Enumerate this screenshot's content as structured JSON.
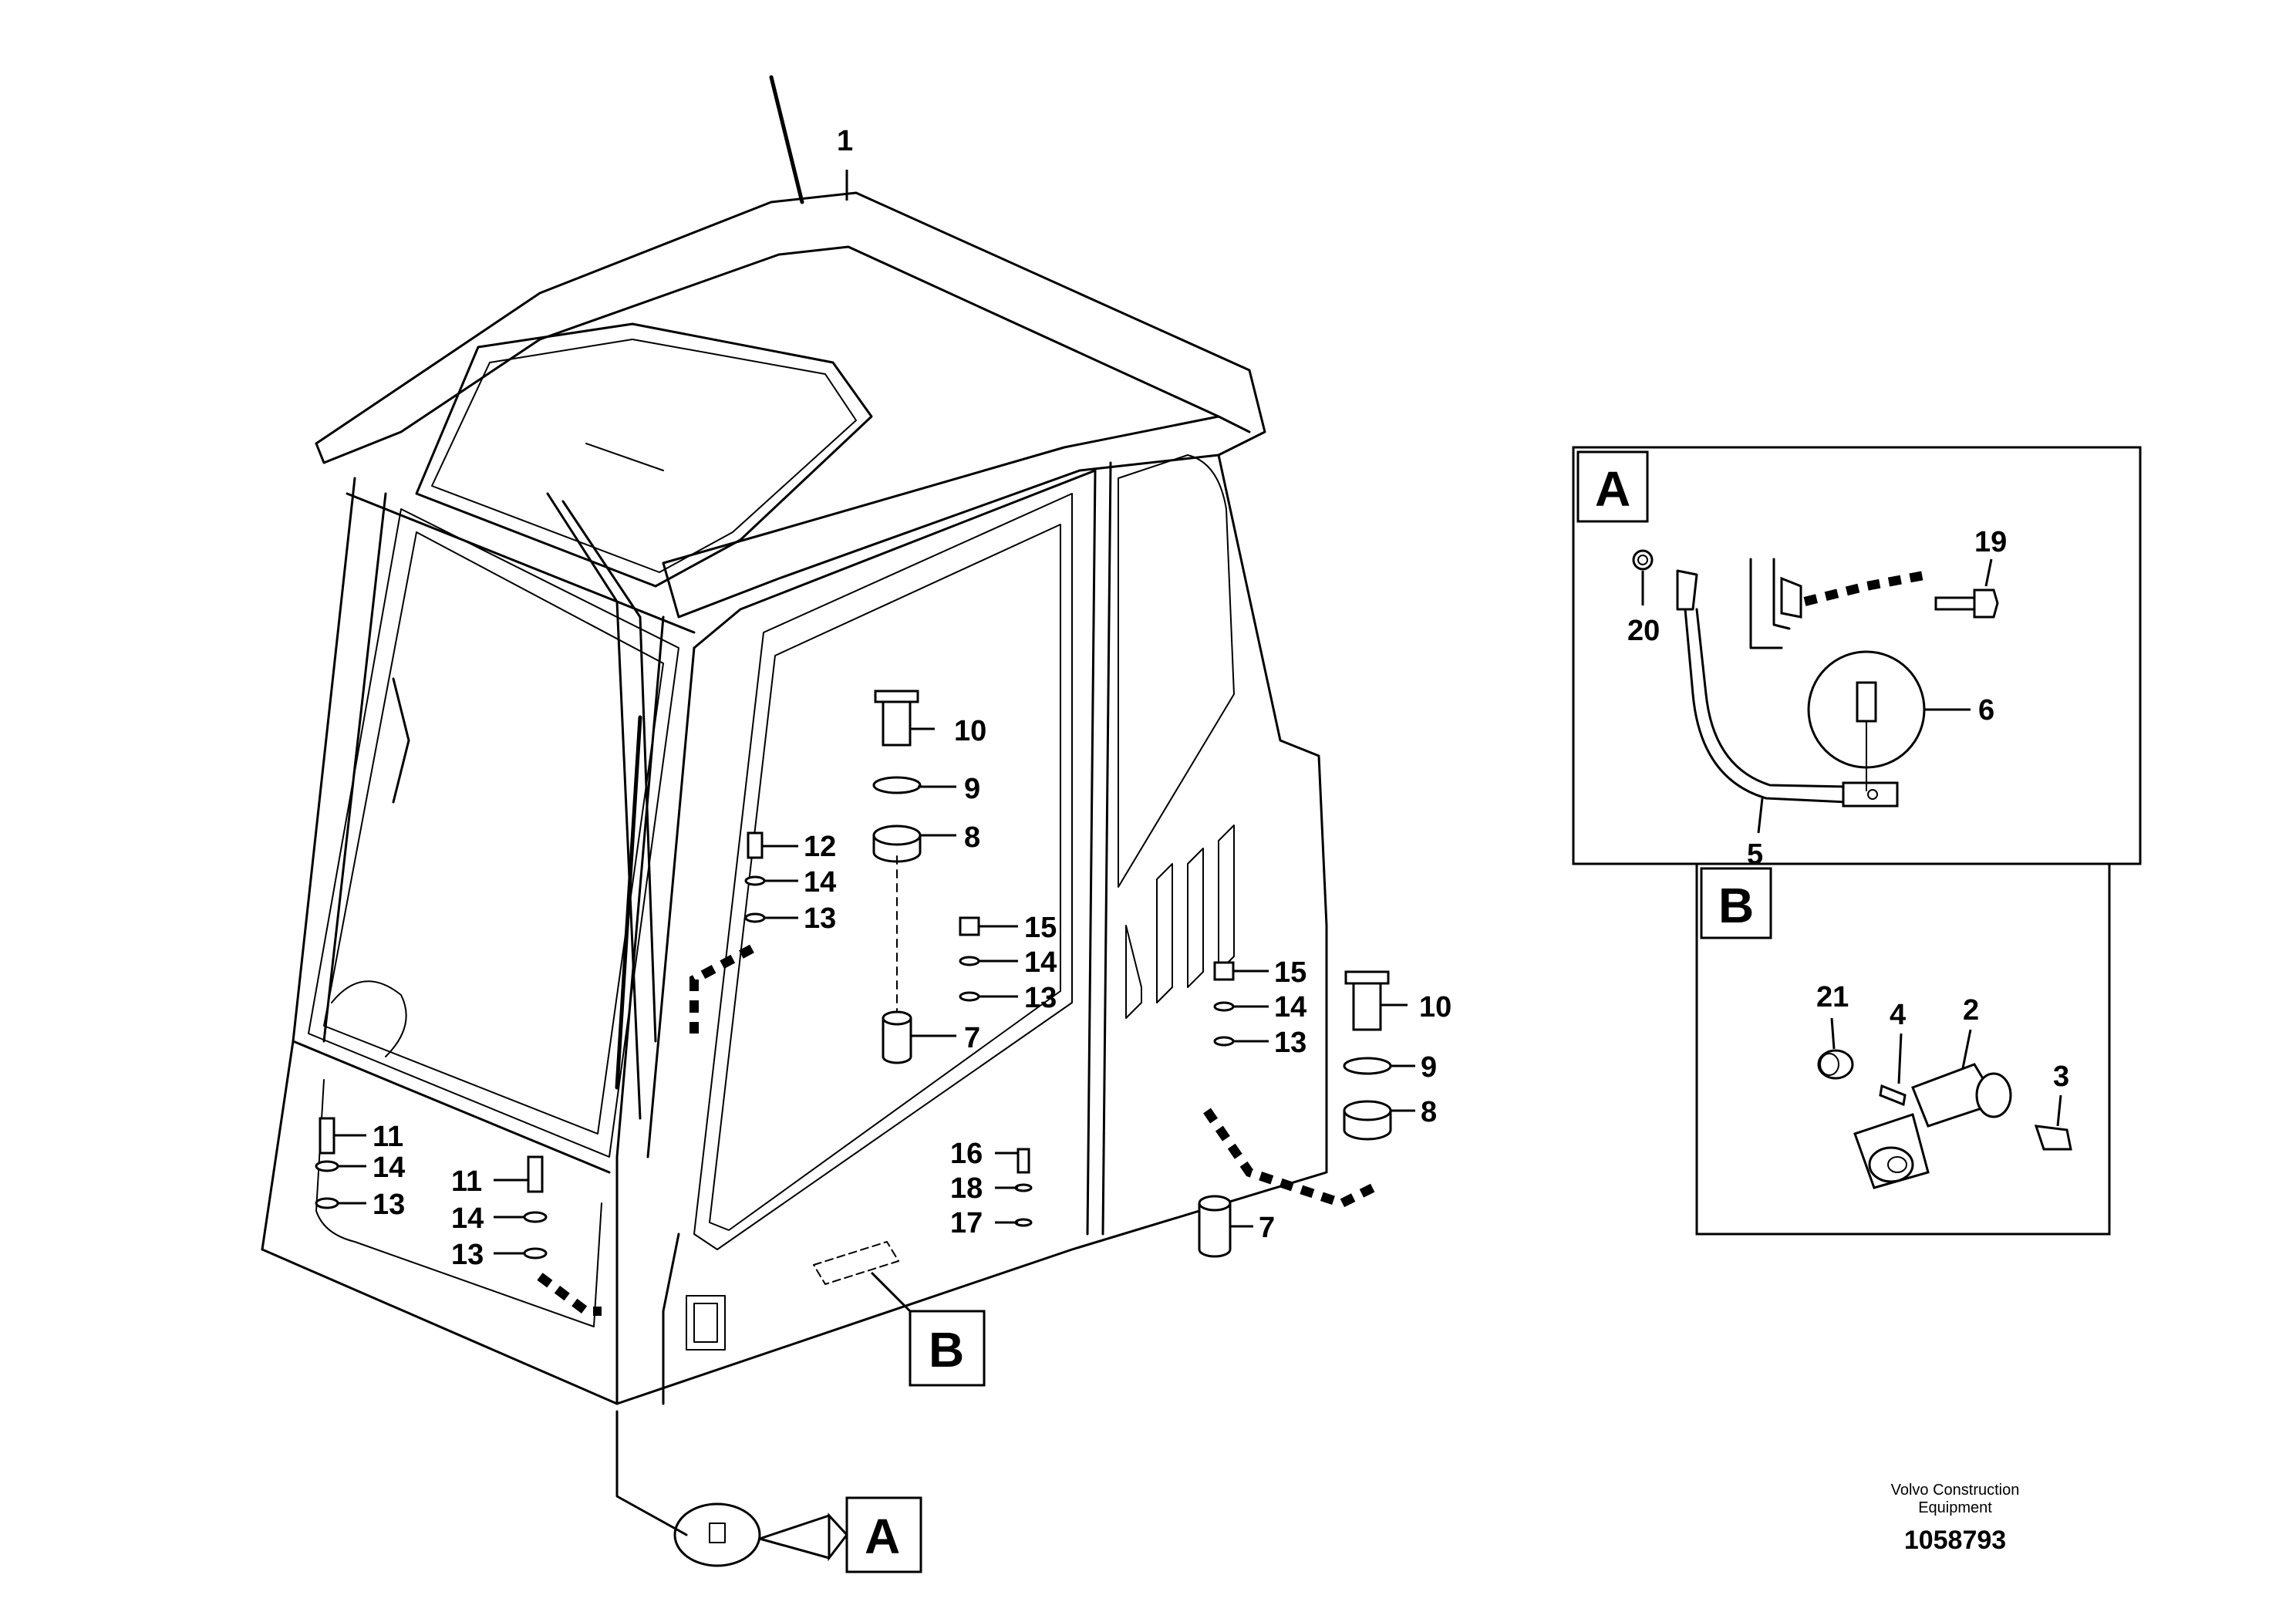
{
  "callouts": {
    "c1": "1",
    "c2": "2",
    "c3": "3",
    "c4": "4",
    "c5": "5",
    "c6": "6",
    "c7a": "7",
    "c7b": "7",
    "c8a": "8",
    "c8b": "8",
    "c9a": "9",
    "c9b": "9",
    "c10a": "10",
    "c10b": "10",
    "c11a": "11",
    "c11b": "11",
    "c12": "12",
    "c13a": "13",
    "c13b": "13",
    "c13c": "13",
    "c13d": "13",
    "c13e": "13",
    "c14a": "14",
    "c14b": "14",
    "c14c": "14",
    "c14d": "14",
    "c14e": "14",
    "c15a": "15",
    "c15b": "15",
    "c16": "16",
    "c17": "17",
    "c18": "18",
    "c19": "19",
    "c20": "20",
    "c21": "21"
  },
  "detail_refs": {
    "a_main": "A",
    "b_main": "B",
    "a_panel": "A",
    "b_panel": "B"
  },
  "footer": {
    "company_line1": "Volvo Construction",
    "company_line2": "Equipment",
    "drawing_number": "1058793"
  }
}
